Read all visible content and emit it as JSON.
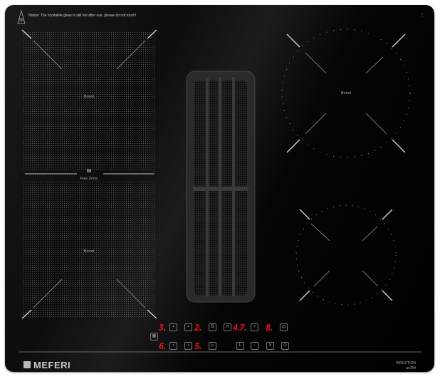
{
  "notice": "Notice: The crystallite glass is still hot after use, please do not touch!",
  "top_right_symbol": "⫶",
  "zones": {
    "left_top_label": "Boost",
    "left_bottom_label": "Boost",
    "flex_symbol": "▮▮",
    "flex_label": "Flex Zone",
    "right_top_label": "Boost"
  },
  "controls": {
    "row1_digits": [
      "3.",
      "2.",
      "4.7.",
      "8."
    ],
    "row2_digits": [
      "6.",
      "5."
    ],
    "row1_buttons": [
      "▪",
      "▪",
      "B",
      "⊓",
      "+",
      "⊡"
    ],
    "row2_buttons": [
      "▪",
      "▪",
      "▷",
      "L",
      "−",
      "✕",
      "⏻"
    ],
    "menu_button": "▦"
  },
  "footer": {
    "brand": "MEFERI",
    "product": "INDUCTION",
    "model": "ac784"
  },
  "colors": {
    "display_red": "#e8131b"
  }
}
